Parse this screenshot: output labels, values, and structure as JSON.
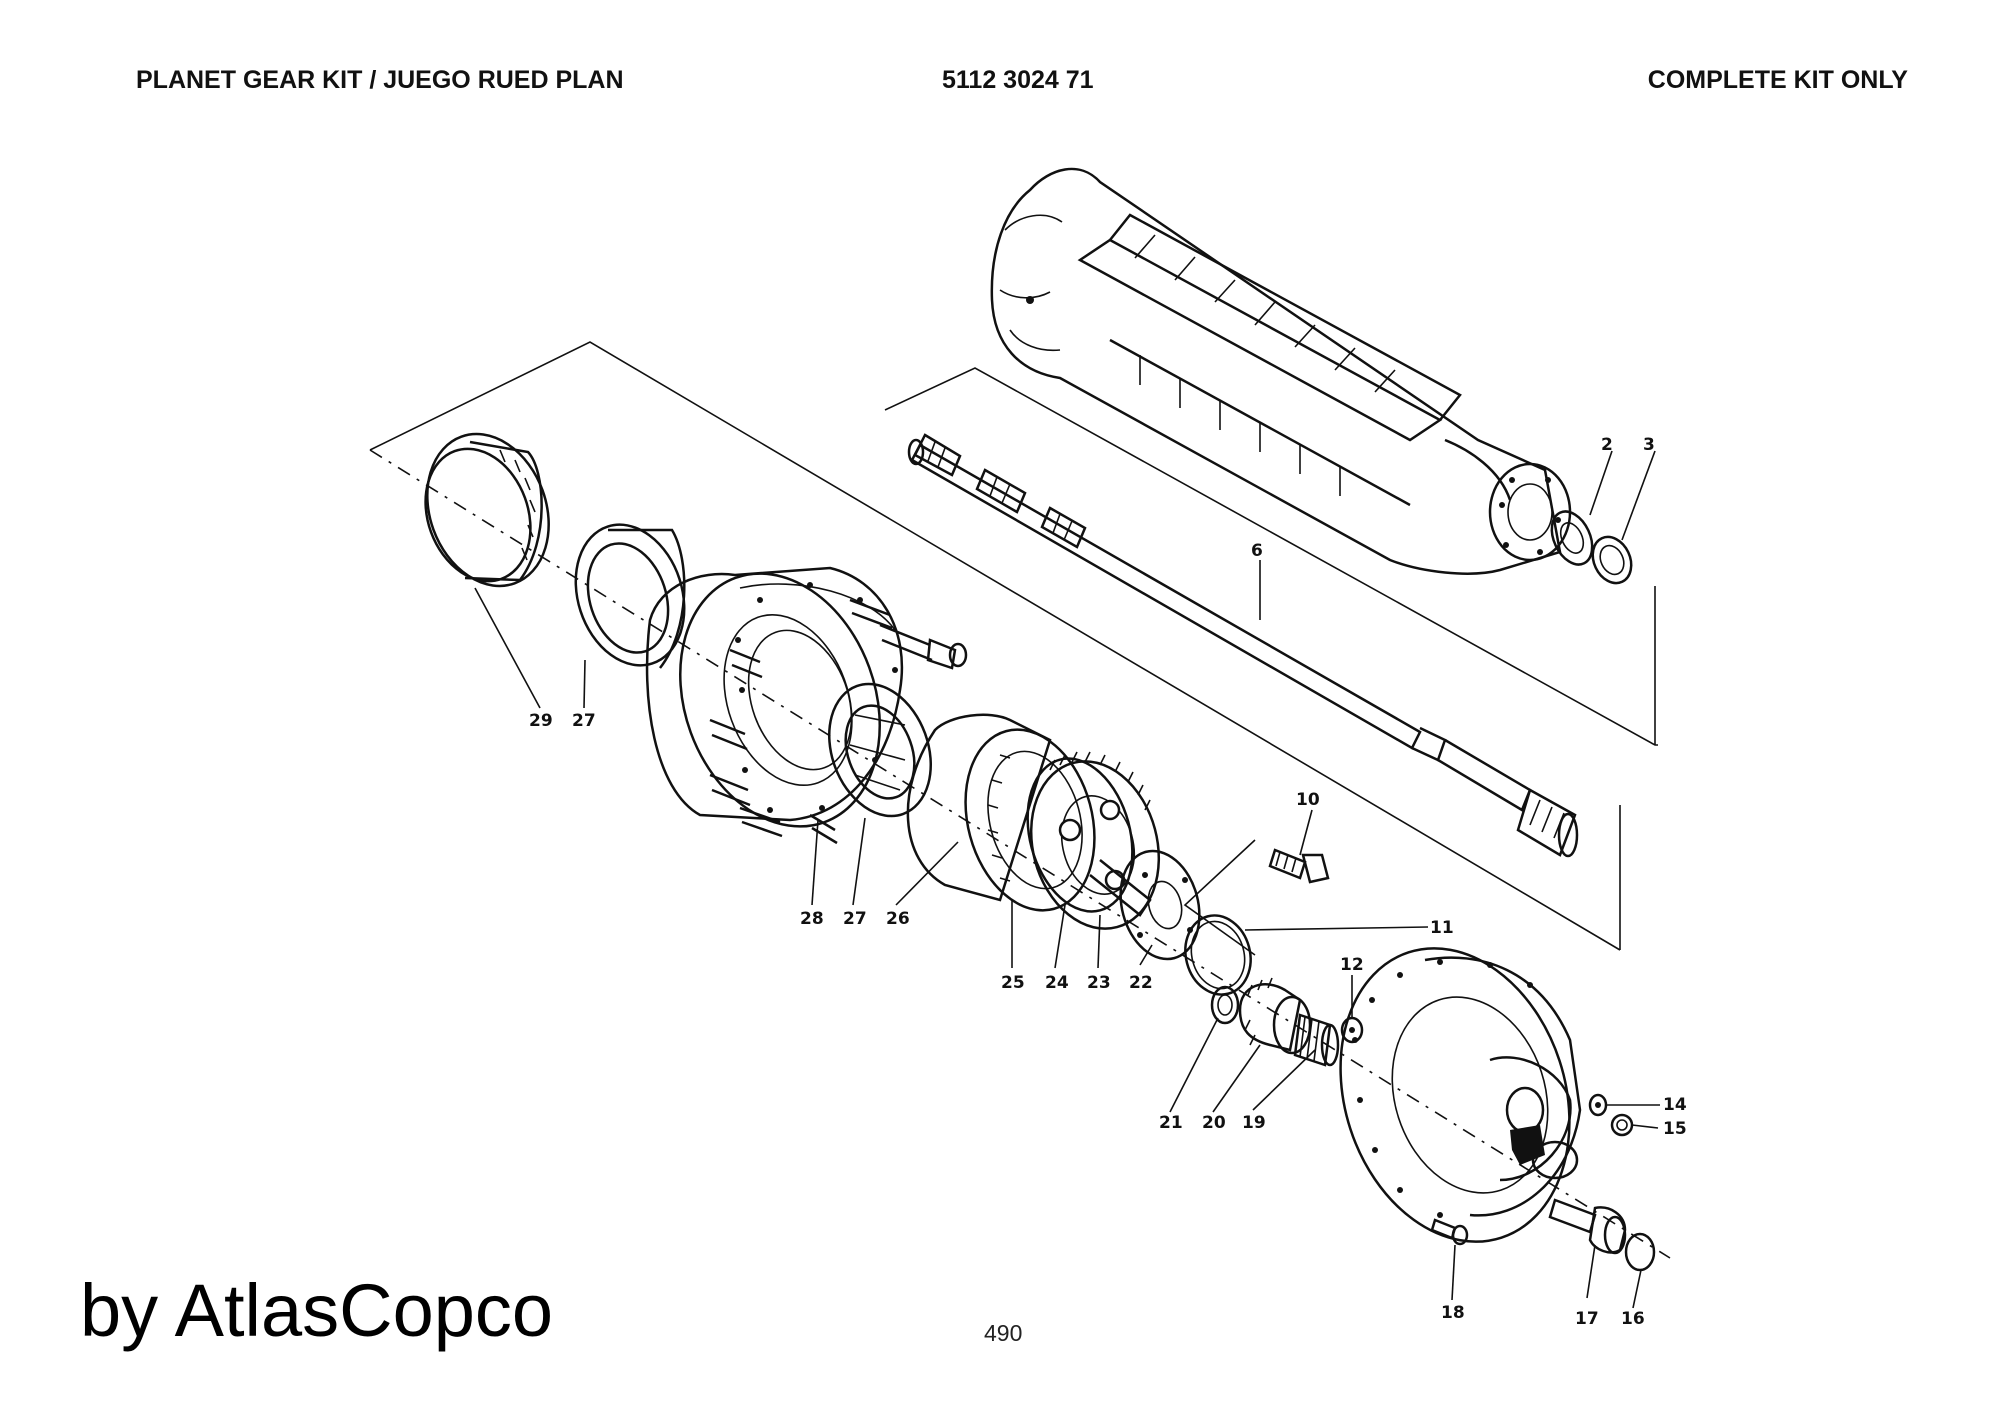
{
  "header": {
    "title": "PLANET GEAR KIT / JUEGO RUED PLAN",
    "part_number": "5112 3024 71",
    "note": "COMPLETE KIT ONLY"
  },
  "footer": {
    "brand": "by AtlasCopco",
    "page_number": "490"
  },
  "callouts": {
    "c2": "2",
    "c3": "3",
    "c6": "6",
    "c10": "10",
    "c11": "11",
    "c12": "12",
    "c14": "14",
    "c15": "15",
    "c16": "16",
    "c17": "17",
    "c18": "18",
    "c19": "19",
    "c20": "20",
    "c21": "21",
    "c22": "22",
    "c23": "23",
    "c24": "24",
    "c25": "25",
    "c26": "26",
    "c27a": "27",
    "c27b": "27",
    "c28": "28",
    "c29": "29"
  }
}
